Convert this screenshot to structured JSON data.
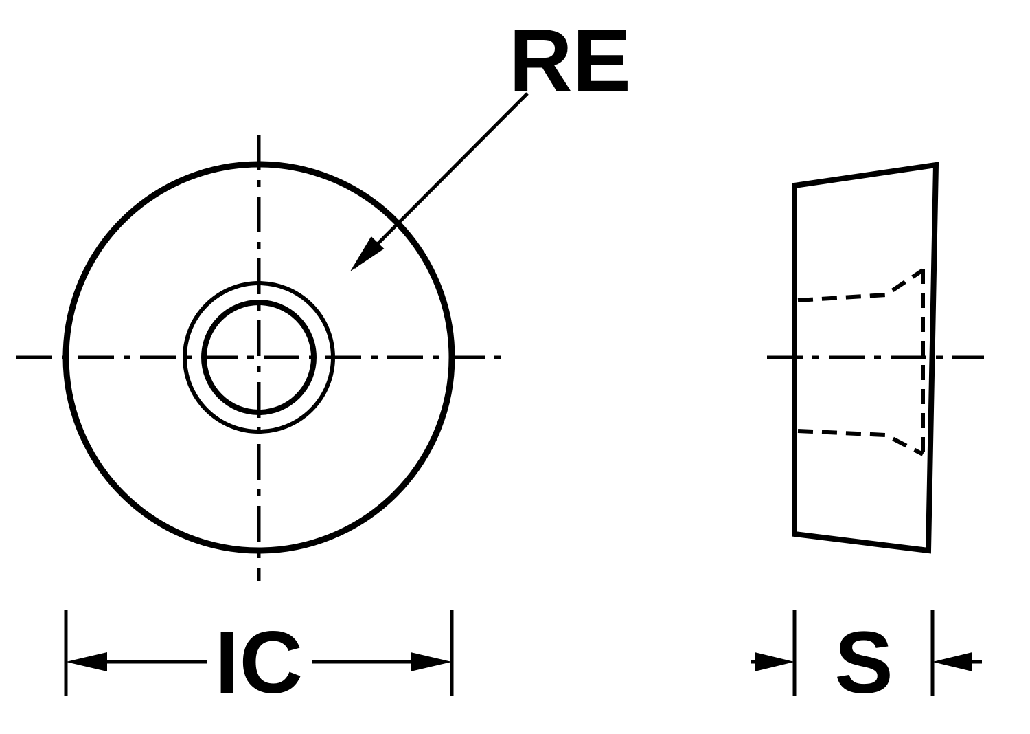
{
  "diagram": {
    "labels": {
      "corner_radius": "RE",
      "inscribed_circle": "IC",
      "thickness": "S"
    },
    "colors": {
      "insert": "#FFC20E",
      "outline": "#000000",
      "hole": "#FFFFFF",
      "background": "#FFFFFF"
    }
  }
}
